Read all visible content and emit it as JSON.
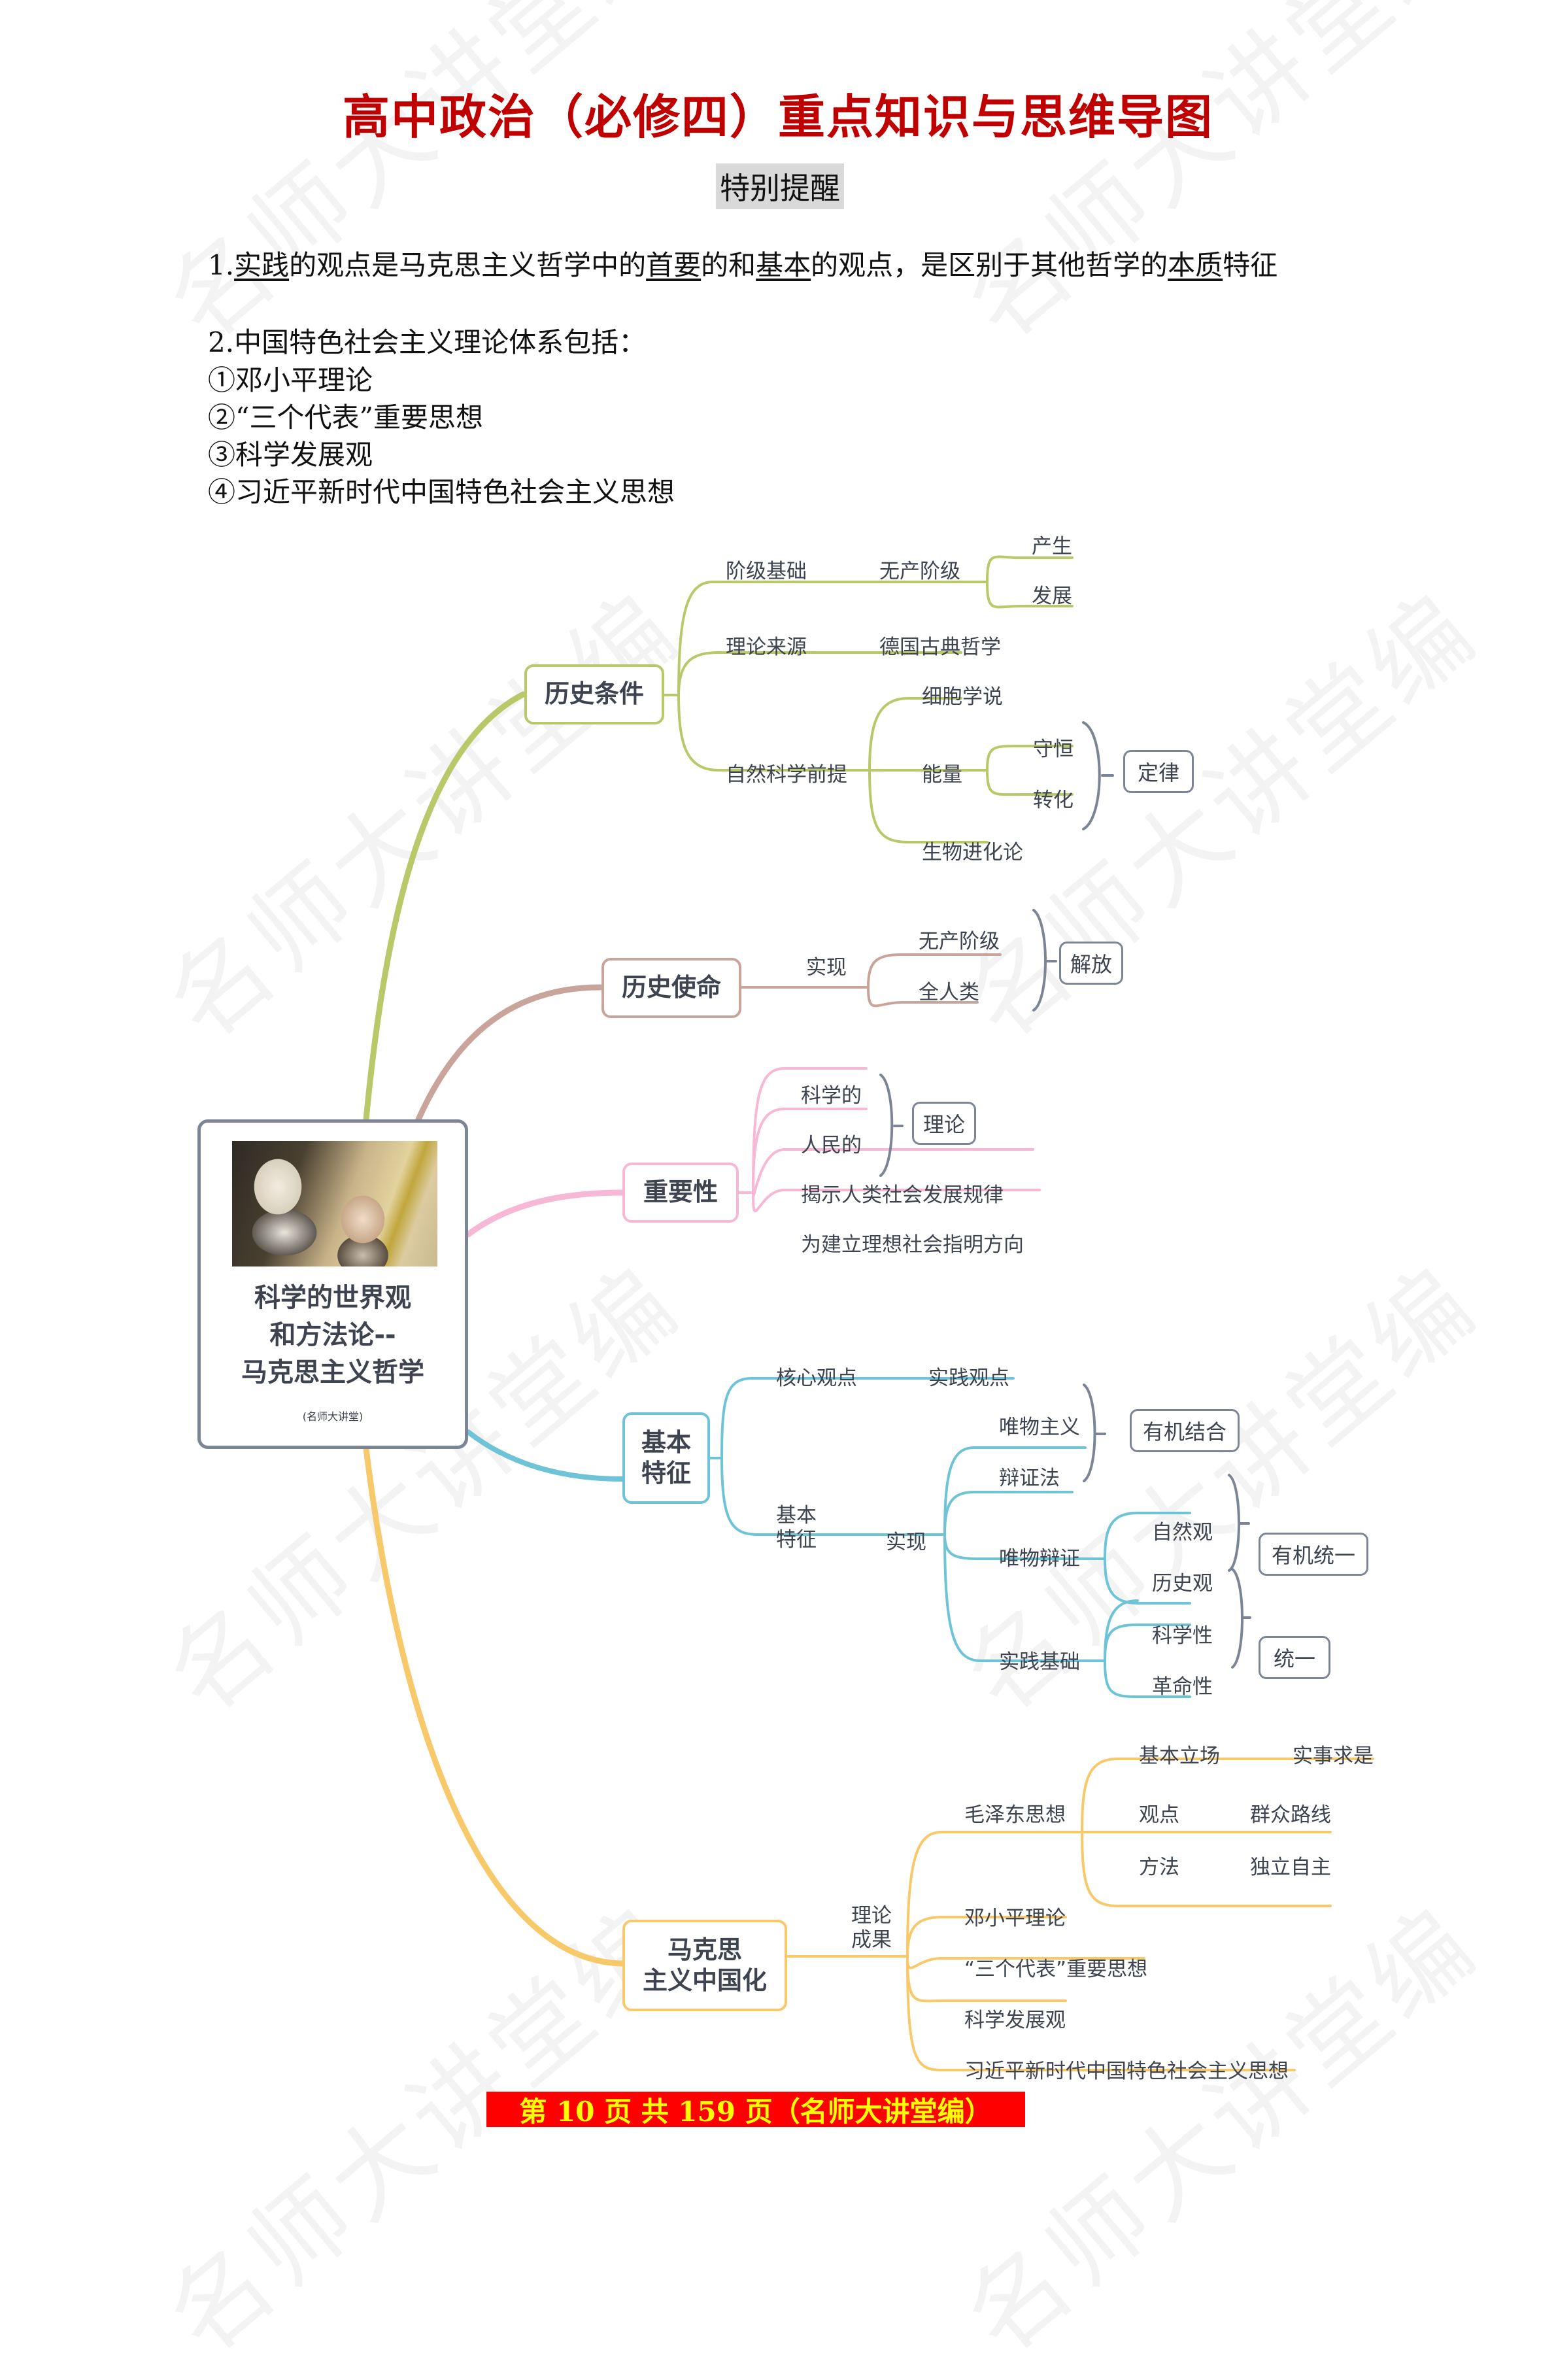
{
  "document": {
    "title": "高中政治（必修四）重点知识与思维导图",
    "reminder_heading": "特别提醒",
    "note1": {
      "segments": [
        {
          "text": "1.",
          "underline": false
        },
        {
          "text": "实践",
          "underline": true
        },
        {
          "text": "的观点是马克思主义哲学中的",
          "underline": false
        },
        {
          "text": "首要",
          "underline": true
        },
        {
          "text": "的和",
          "underline": false
        },
        {
          "text": "基本",
          "underline": true
        },
        {
          "text": "的观点，是区别于其他哲学的",
          "underline": false
        },
        {
          "text": "本质",
          "underline": true
        },
        {
          "text": "特征",
          "underline": false
        }
      ]
    },
    "note2": {
      "heading": "2.中国特色社会主义理论体系包括：",
      "items": [
        "①邓小平理论",
        "②“三个代表”重要思想",
        "③科学发展观",
        "④习近平新时代中国特色社会主义思想"
      ]
    },
    "watermark": "名师大讲堂编",
    "footer": "第 10 页 共 159 页（名师大讲堂编）",
    "page_current": 10,
    "page_total": 159
  },
  "mindmap": {
    "root": {
      "title_lines": [
        "科学的世界观",
        "和方法论--",
        "马克思主义哲学"
      ],
      "subtitle": "(名师大讲堂)",
      "image": "marx-engels-portrait"
    },
    "colors": {
      "branch1": "#b9c96a",
      "branch2": "#c9a49a",
      "branch3": "#f7b8d6",
      "branch4": "#6fc3d6",
      "branch5": "#f8c96a",
      "bracket": "#7c8595",
      "root_border": "#7c8595"
    },
    "branches": {
      "history_conditions": {
        "label": "历史条件",
        "class_basis": {
          "label": "阶级基础",
          "child": "无产阶级",
          "leaves": [
            "产生",
            "发展"
          ]
        },
        "theory_source": {
          "label": "理论来源",
          "child": "德国古典哲学"
        },
        "science_premise": {
          "label": "自然科学前提",
          "items": [
            "细胞学说",
            "能量",
            "生物进化论"
          ],
          "energy_leaves": [
            "守恒",
            "转化"
          ],
          "energy_summary": "定律"
        }
      },
      "historic_mission": {
        "label": "历史使命",
        "verb": "实现",
        "leaves": [
          "无产阶级",
          "全人类"
        ],
        "summary": "解放"
      },
      "importance": {
        "label": "重要性",
        "items": [
          "科学的",
          "人民的",
          "揭示人类社会发展规律",
          "为建立理想社会指明方向"
        ],
        "summary": "理论"
      },
      "basic_features": {
        "label_lines": [
          "基本",
          "特征"
        ],
        "core": {
          "label": "核心观点",
          "child": "实践观点"
        },
        "features": {
          "label_lines": [
            "基本",
            "特征"
          ],
          "verb": "实现",
          "items": [
            "唯物主义",
            "辩证法",
            "唯物辩证",
            "实践基础"
          ],
          "summary1": "有机结合",
          "dialectic_leaves": [
            "自然观",
            "历史观"
          ],
          "summary2": "有机统一",
          "practice_leaves": [
            "科学性",
            "革命性"
          ],
          "summary3": "统一"
        }
      },
      "sinicization": {
        "label_lines": [
          "马克思",
          "主义中国化"
        ],
        "achievement_lines": [
          "理论",
          "成果"
        ],
        "mao": {
          "label": "毛泽东思想",
          "rows": [
            {
              "key": "基本立场",
              "value": "实事求是"
            },
            {
              "key": "观点",
              "value": "群众路线"
            },
            {
              "key": "方法",
              "value": "独立自主"
            }
          ]
        },
        "others": [
          "邓小平理论",
          "“三个代表”重要思想",
          "科学发展观",
          "习近平新时代中国特色社会主义思想"
        ]
      }
    }
  }
}
